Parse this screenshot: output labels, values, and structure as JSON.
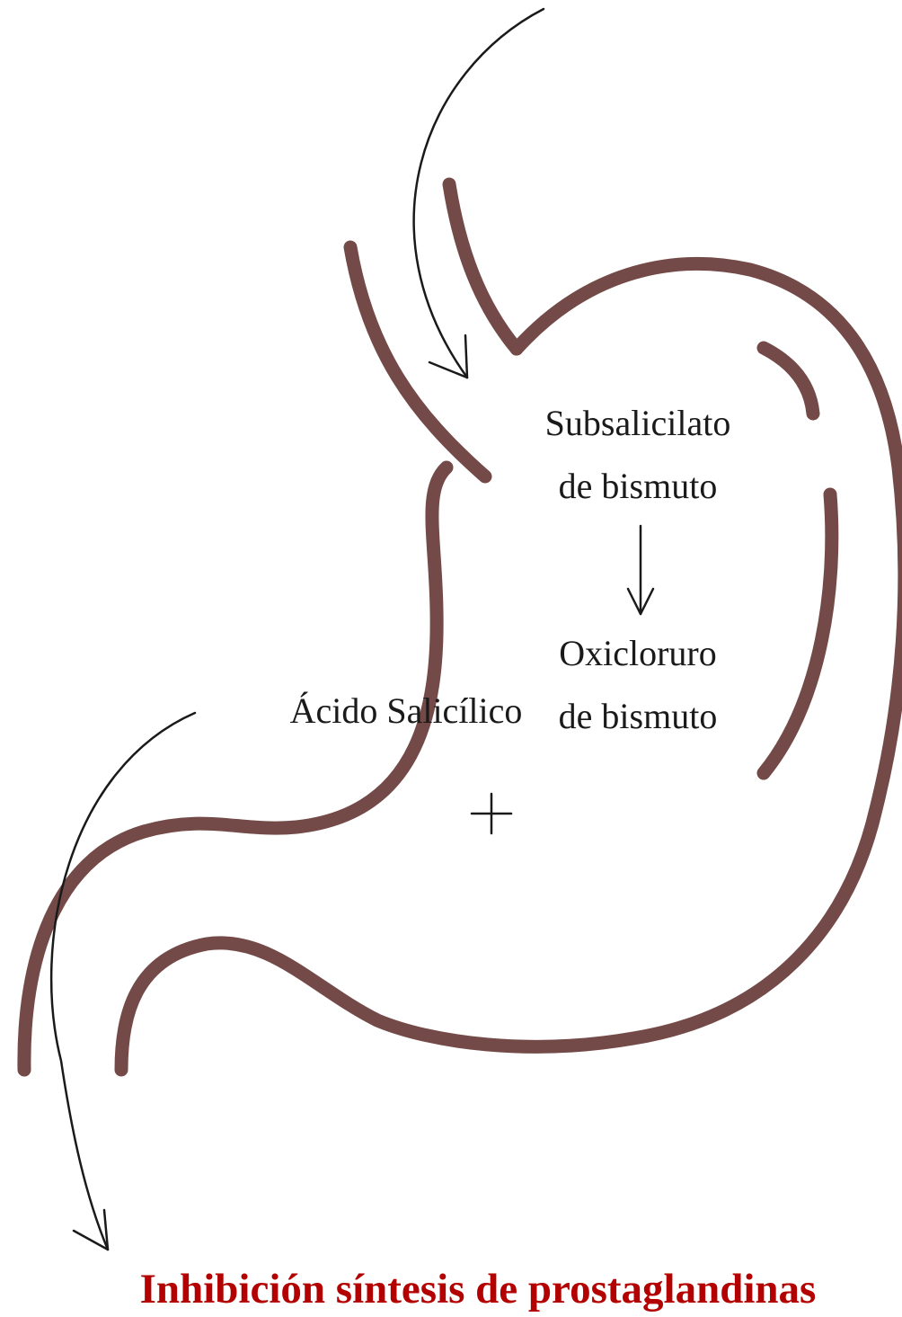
{
  "colors": {
    "stomach_outline": "#734a47",
    "arrows": "#1a1a1a",
    "result_text": "#b30000"
  },
  "labels": {
    "subsalicilato_line1": "Subsalicilato",
    "subsalicilato_line2": "de bismuto",
    "oxicloruro_line1": "Oxicloruro",
    "oxicloruro_line2": "de bismuto",
    "plus_sign": "+",
    "acido": "Ácido Salicílico",
    "result": "Inhibición síntesis de prostaglandinas"
  }
}
